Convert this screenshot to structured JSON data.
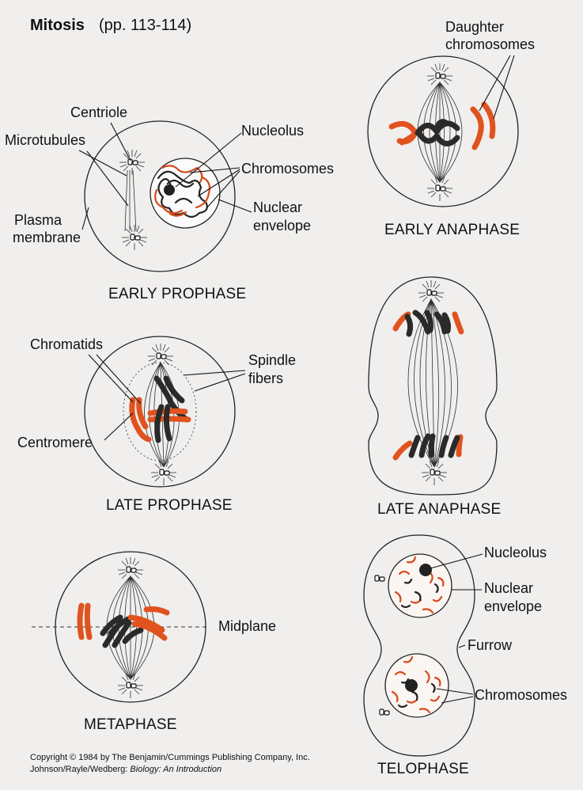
{
  "title": {
    "bold": "Mitosis",
    "pages": "(pp. 113-114)"
  },
  "labels": {
    "centriole": "Centriole",
    "microtubules": "Microtubules",
    "plasma_membrane_1": "Plasma",
    "plasma_membrane_2": "membrane",
    "nucleolus": "Nucleolus",
    "chromosomes": "Chromosomes",
    "nuclear_envelope_1": "Nuclear",
    "nuclear_envelope_2": "envelope",
    "daughter_chromosomes_1": "Daughter",
    "daughter_chromosomes_2": "chromosomes",
    "chromatids": "Chromatids",
    "spindle_fibers_1": "Spindle",
    "spindle_fibers_2": "fibers",
    "centromere": "Centromere",
    "midplane": "Midplane",
    "telo_nucleolus": "Nucleolus",
    "telo_nuclear_envelope_1": "Nuclear",
    "telo_nuclear_envelope_2": "envelope",
    "furrow": "Furrow",
    "telo_chromosomes": "Chromosomes"
  },
  "stages": {
    "early_prophase": "EARLY PROPHASE",
    "early_anaphase": "EARLY ANAPHASE",
    "late_prophase": "LATE PROPHASE",
    "late_anaphase": "LATE ANAPHASE",
    "metaphase": "METAPHASE",
    "telophase": "TELOPHASE"
  },
  "copyright": {
    "line1": "Copyright © 1984 by The Benjamin/Cummings Publishing Company, Inc.",
    "line2_authors": "Johnson/Rayle/Wedberg: ",
    "line2_book": "Biology: An Introduction"
  },
  "colors": {
    "background": "#f0efee",
    "orange_chromosome": "#e0531f",
    "dark_chromosome": "#2a2a2a",
    "line": "#111111"
  },
  "icons": [
    "centriole-icon",
    "aster-icon"
  ]
}
